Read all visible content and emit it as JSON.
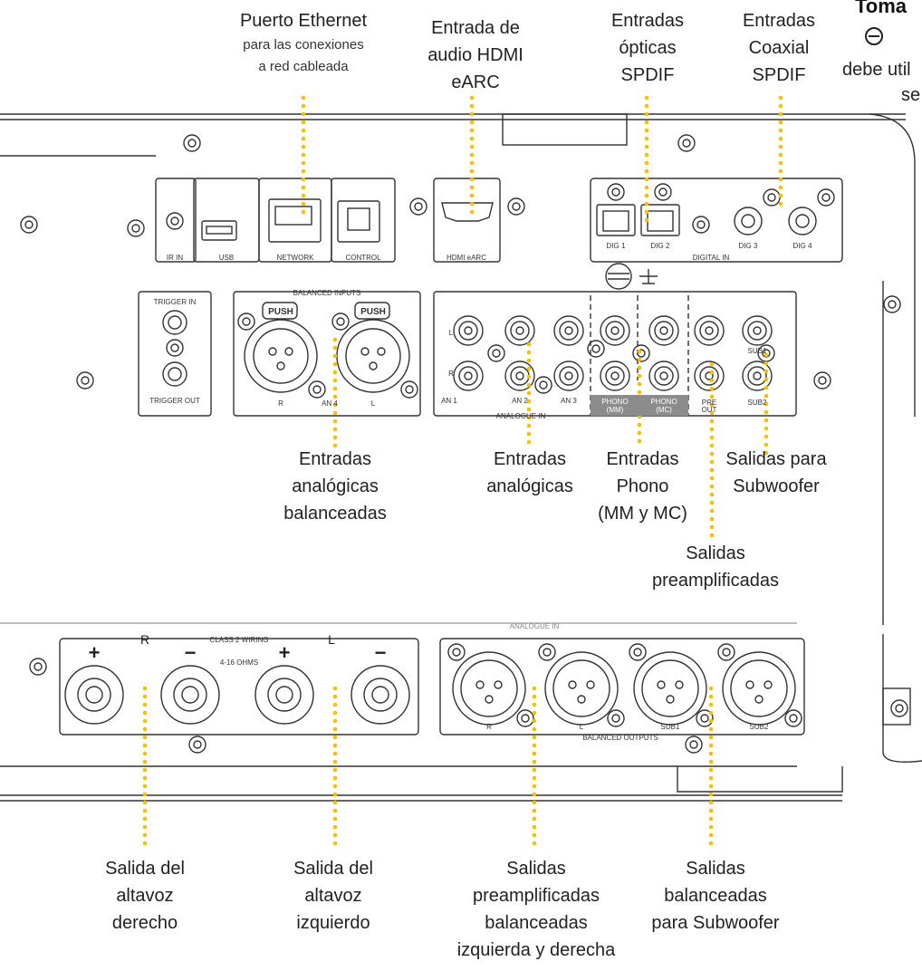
{
  "callouts": {
    "ethernet": {
      "title": "Puerto Ethernet",
      "sub": [
        "para las conexiones",
        "a red cableada"
      ]
    },
    "hdmi": [
      "Entrada de",
      "audio HDMI",
      "eARC"
    ],
    "optical": [
      "Entradas",
      "ópticas",
      "SPDIF"
    ],
    "coax": [
      "Entradas",
      "Coaxial",
      "SPDIF"
    ],
    "ground": {
      "title": "Toma",
      "lines": [
        "debe util",
        "se"
      ]
    },
    "balanced_in": [
      "Entradas",
      "analógicas",
      "balanceadas"
    ],
    "analog_in": [
      "Entradas",
      "analógicas"
    ],
    "phono": [
      "Entradas",
      "Phono",
      "(MM y MC)"
    ],
    "sub_out": [
      "Salidas para",
      "Subwoofer"
    ],
    "pre_out": [
      "Salidas",
      "preamplificadas"
    ],
    "right_spk": [
      "Salida del",
      "altavoz",
      "derecho"
    ],
    "left_spk": [
      "Salida del",
      "altavoz",
      "izquierdo"
    ],
    "bal_pre_out": [
      "Salidas",
      "preamplificadas",
      "balanceadas",
      "izquierda y derecha"
    ],
    "bal_sub_out": [
      "Salidas",
      "balanceadas",
      "para Subwoofer"
    ]
  },
  "panel": {
    "ir_in": "IR IN",
    "usb": "USB",
    "network": "NETWORK",
    "control": "CONTROL",
    "hdmi_earc": "HDMI eARC",
    "digital_in": "DIGITAL IN",
    "dig": [
      "DIG 1",
      "DIG 2",
      "DIG 3",
      "DIG 4"
    ],
    "trigger_in": "TRIGGER IN",
    "trigger_out": "TRIGGER OUT",
    "balanced_inputs": "BALANCED INPUTS",
    "push": "PUSH",
    "xlr_r": "R",
    "xlr_l": "L",
    "an4": "AN 4",
    "an": [
      "AN 1",
      "AN 2",
      "AN 3"
    ],
    "analogue_in": "ANALOGUE IN",
    "phono_mm": [
      "PHONO",
      "(MM)"
    ],
    "phono_mc": [
      "PHONO",
      "(MC)"
    ],
    "pre_out": [
      "PRE",
      "OUT"
    ],
    "sub1": "SUB1",
    "sub2": "SUB2",
    "lr_l": "L",
    "lr_r": "R",
    "class2": "CLASS 2 WIRING",
    "ohms": "4-16 OHMS",
    "spk_r": "R",
    "spk_l": "L",
    "plus": "+",
    "minus": "−",
    "bal_out": "BALANCED OUTPUTS",
    "out_labels": [
      "R",
      "L",
      "SUB1",
      "SUB2"
    ],
    "analogue_in_top": "ANALOGUE IN"
  },
  "colors": {
    "leader": "#f2c200",
    "line": "#333333",
    "panel_fill": "#ffffff",
    "phono_band": "#8c8c8c"
  }
}
